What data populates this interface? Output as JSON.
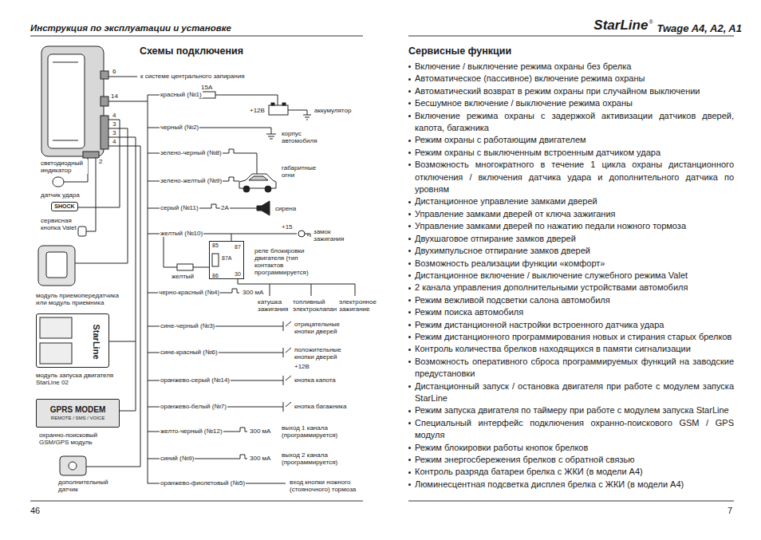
{
  "diagram": {
    "title": "Схемы подключения",
    "nodes": [
      {
        "text": [
          "SHOCK"
        ]
      },
      {
        "text": [
          "85",
          "87",
          "87А",
          "30",
          "86"
        ]
      },
      {
        "text": [
          "StarLine"
        ]
      },
      {
        "text": [
          "GPRS MODEM",
          "REMOTE / SMS / VOICE"
        ]
      }
    ],
    "labels": [
      "Инструкция по эксплуатации и установке",
      "StarLine",
      "®",
      "Twage A4, A2, A1",
      "Сервисные функции",
      "6",
      "14",
      "4",
      "3",
      "3",
      "4",
      "2",
      "2",
      "к системе центрального запирания",
      "красный (№1)",
      "15А",
      "+12В",
      "аккумулятор",
      "черный (№2)",
      "корпус автомобиля",
      "зелено-черный (№8)",
      "зелено-желтый (№9)",
      "габаритные огни",
      "серый (№11)",
      "2А",
      "сирена",
      "желтый (№10)",
      "+15",
      "замок зажигания",
      "реле блокировки двигателя (тип контактов программируется)",
      "желтый",
      "черно-красный (№4)",
      "300 мА",
      "катушка зажигания",
      "топливный электроклапан",
      "электронное зажигание",
      "сине-черный (№3)",
      "отрицательные кнопки дверей",
      "сине-красный (№6)",
      "положительные кнопки дверей",
      "+12В",
      "оранжево-серый (№14)",
      "кнопка капота",
      "оранжево-белый (№7)",
      "кнопка багажника",
      "желто-черный (№12)",
      "300 мА",
      "выход 1 канала (программируется)",
      "синий (№9)",
      "300 мА",
      "выход 2 канала (программируется)",
      "оранжево-фиолетовый (№5)",
      "вход кнопки ножного (стояночного) тормоза",
      "светодиодный индикатор",
      "датчик удара",
      "сервисная кнопка Valet",
      "модуль приемопередатчика или модуль приемника",
      "модуль запуска двигателя StarLine 02",
      "охранно-поисковый GSM/GPS модуль",
      "дополнительный датчик",
      "46",
      "7",
      "Включение / выключение режима охраны без брелка",
      "Автоматическое (пассивное) включение режима охраны",
      "Автоматический возврат в режим охраны при случайном выключении",
      "Бесшумное включение / выключение режима охраны",
      "Включение режима охраны с задержкой активизации датчиков дверей, капота, багажника",
      "Режим охраны с работающим двигателем",
      "Режим охраны с выключенным встроенным датчиком удара",
      "Возможность многократного в течение 1 цикла охраны дистанционного отключения / включения датчика удара и дополнительного датчика по уровням",
      "Дистанционное управление замками дверей",
      "Управление замками дверей от ключа зажигания",
      "Управление замками дверей по нажатию педали ножного тормоза",
      "Двухшаговое отпирание замков дверей",
      "Двухимпульсное отпирание замков дверей",
      "Возможность реализации функции «комфорт»",
      "Дистанционное включение / выключение служебного режима Valet",
      "2 канала управления дополнительными устройствами автомобиля",
      "Режим вежливой подсветки салона автомобиля",
      "Режим поиска автомобиля",
      "Режим дистанционной настройки встроенного датчика удара",
      "Режим дистанционного программирования новых и стирания старых брелков",
      "Контроль количества брелков находящихся в памяти сигнализации",
      "Возможность оперативного сброса программируемых функций на заводские предустановки",
      "Дистанционный запуск / остановка двигателя при работе с модулем запуска StarLine",
      "Режим запуска двигателя по таймеру при работе с модулем запуска StarLine",
      "Специальный интерфейс подключения охранно-поискового GSM / GPS модуля",
      "Режим блокировки работы кнопок брелков",
      "Режим энергосбережения брелков с обратной связью",
      "Контроль разряда батареи брелка с ЖКИ (в модели А4)",
      "Люминесцентная подсветка дисплея брелка с ЖКИ (в модели А4)"
    ]
  }
}
